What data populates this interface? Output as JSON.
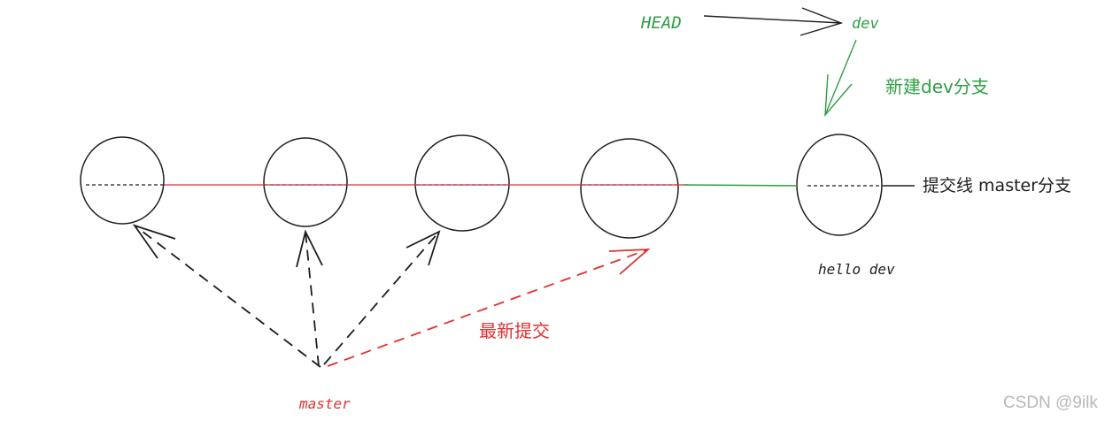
{
  "labels": {
    "head": "HEAD",
    "dev": "dev",
    "new_branch": "新建dev分支",
    "commit_line": "提交线 master分支",
    "hello_dev": "hello dev",
    "latest_commit": "最新提交",
    "master": "master",
    "watermark": "CSDN @9ilk"
  },
  "colors": {
    "black": "#1e1e1e",
    "red": "#e03131",
    "green": "#2f9e44",
    "watermark": "#b8b8b8"
  }
}
